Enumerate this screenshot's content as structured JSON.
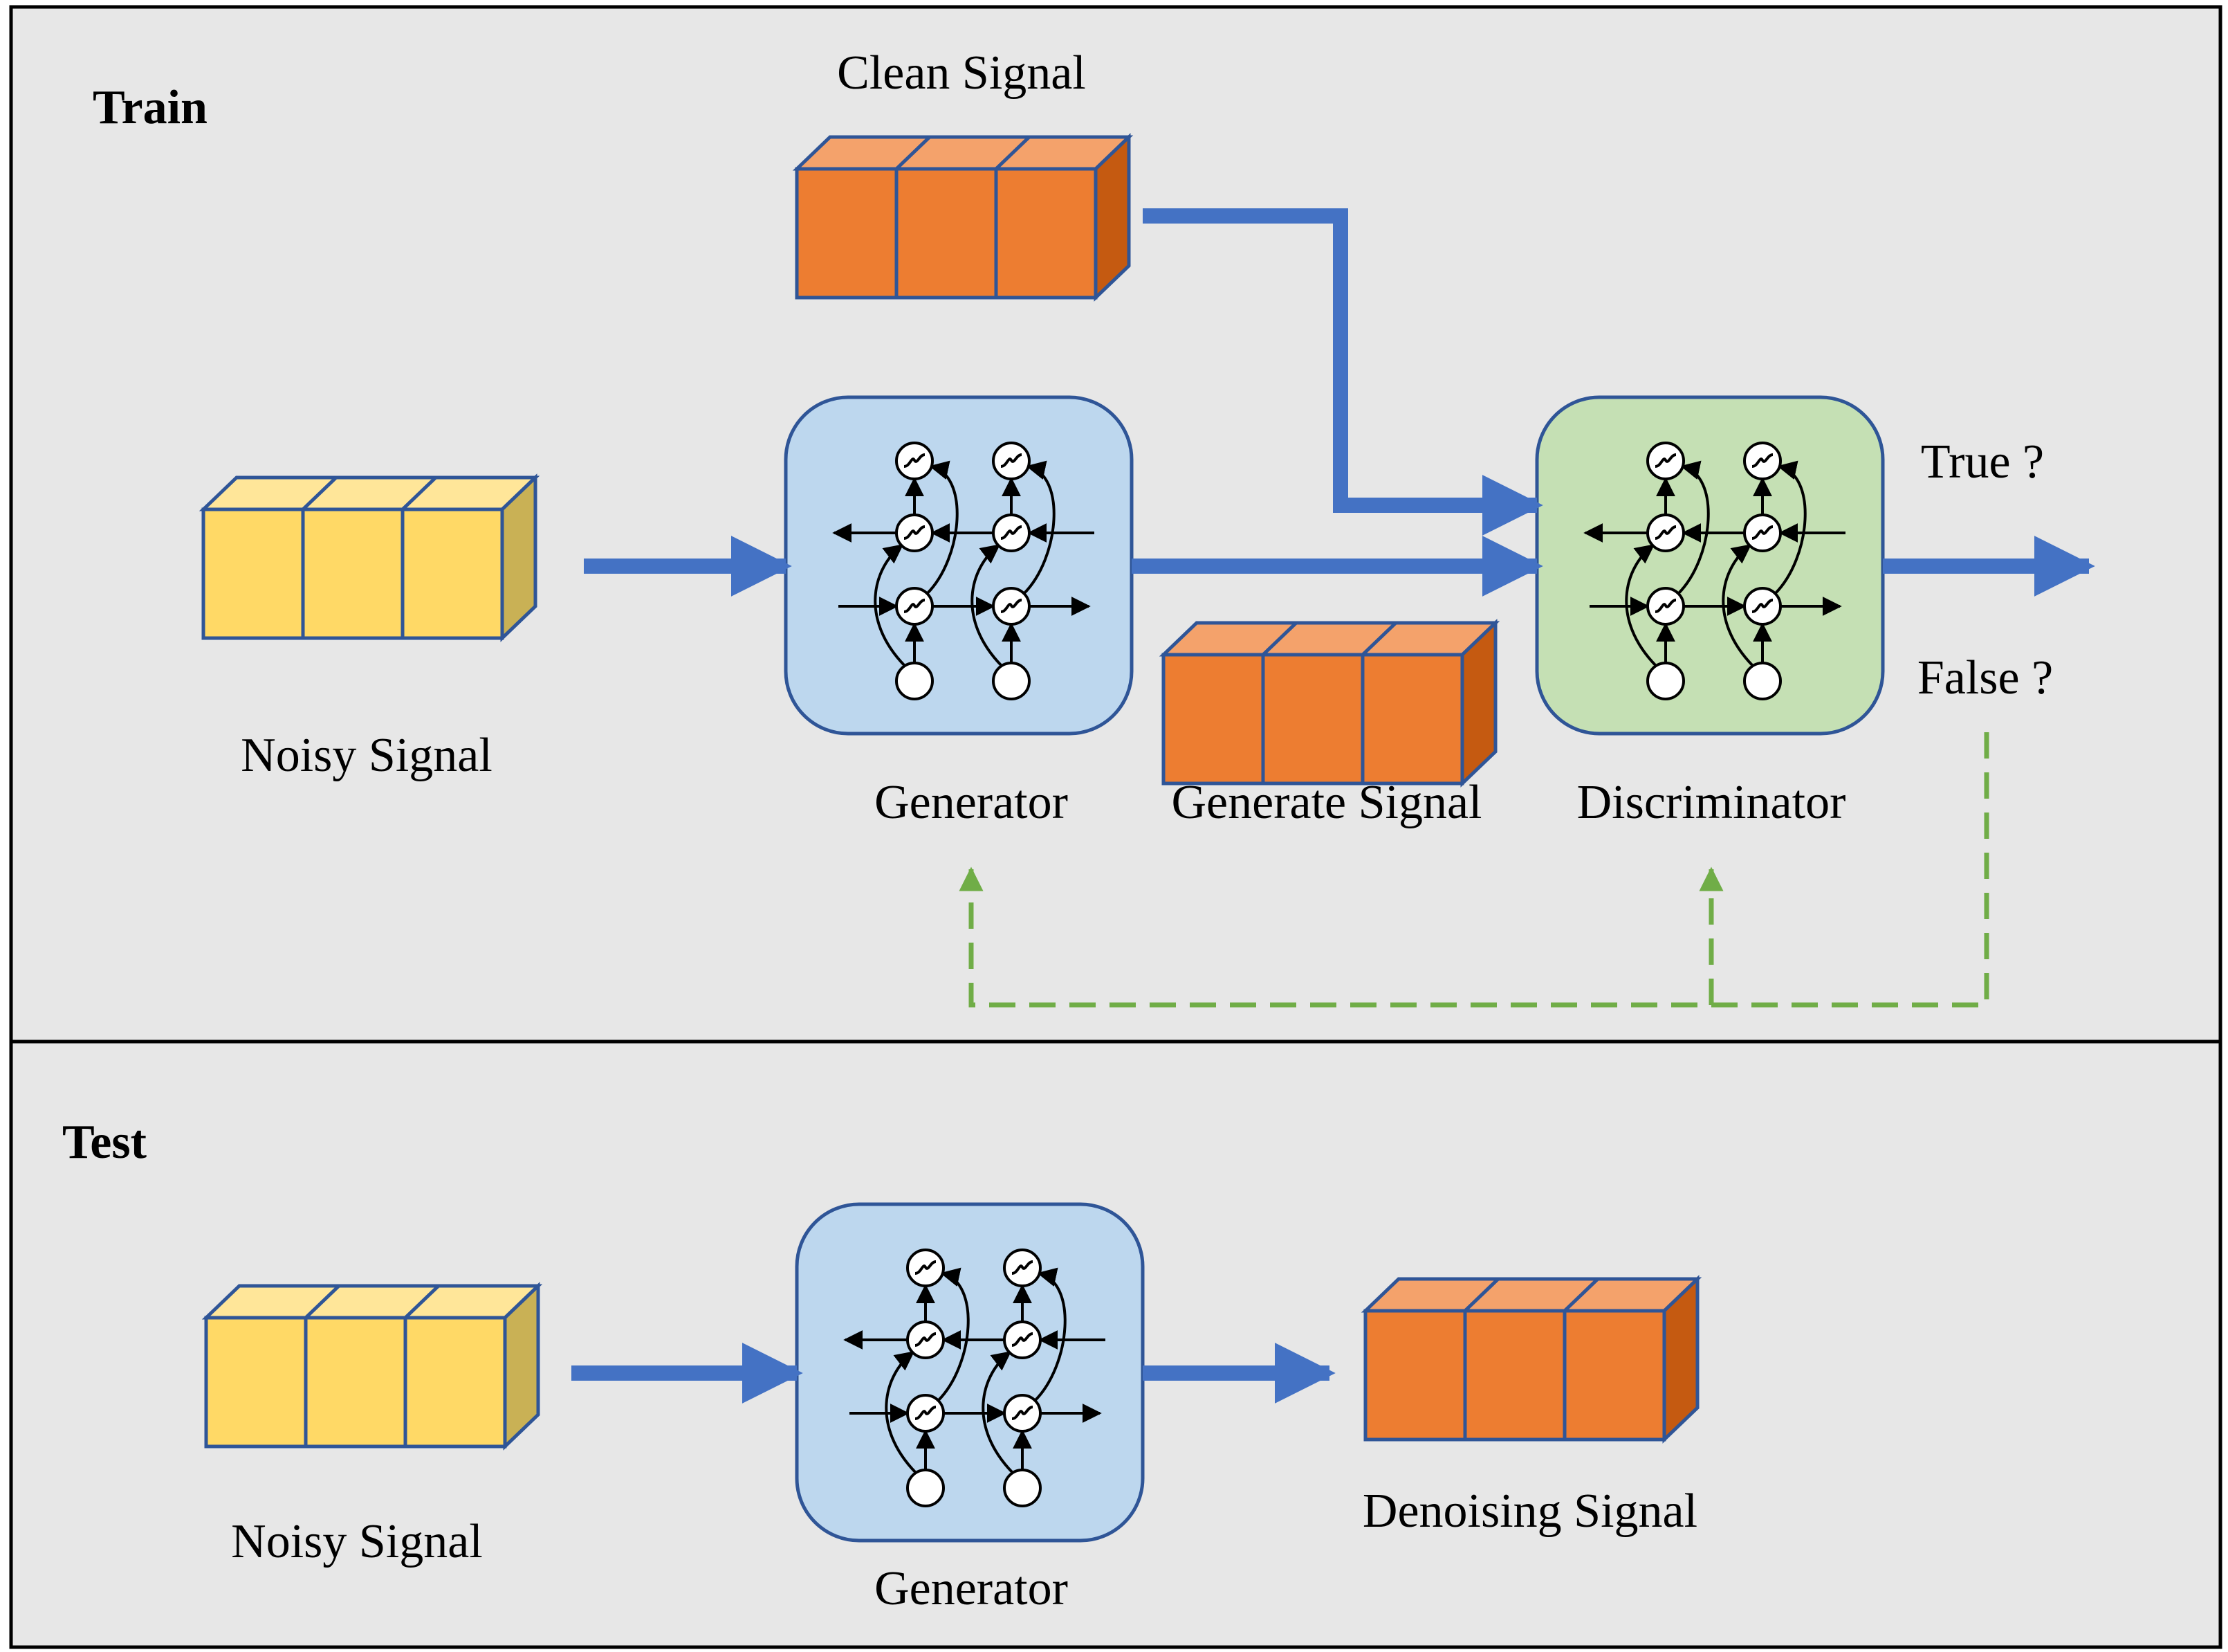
{
  "sections": {
    "train": "Train",
    "test": "Test"
  },
  "labels": {
    "clean_signal": "Clean Signal",
    "noisy_signal_train": "Noisy Signal",
    "generator_train": "Generator",
    "generate_signal": "Generate Signal",
    "discriminator": "Discriminator",
    "true_output": "True ?",
    "false_output": "False ?",
    "noisy_signal_test": "Noisy Signal",
    "generator_test": "Generator",
    "denoising_signal": "Denoising Signal"
  },
  "colors": {
    "background": "#e7e7e7",
    "border": "#000000",
    "arrow": "#4472c4",
    "feedback": "#70ad47",
    "noisy_block": "#ffd966",
    "clean_block": "#ed7d31",
    "generator_fill": "#bdd7ee",
    "discriminator_fill": "#c5e0b4"
  },
  "icons": {
    "rnn_cell": "activation-node-icon",
    "block": "signal-block-icon"
  }
}
